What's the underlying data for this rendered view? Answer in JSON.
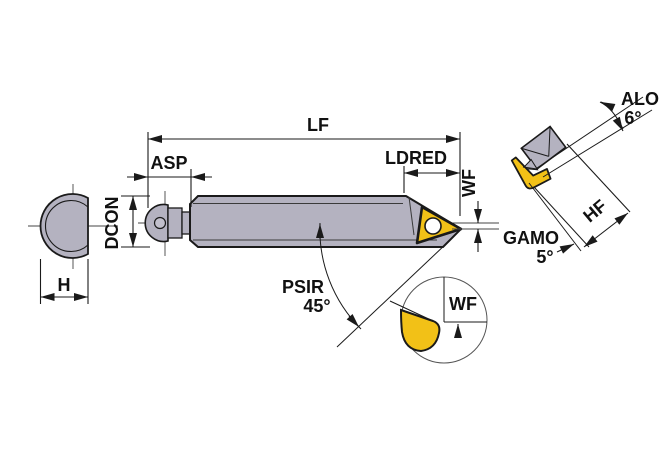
{
  "drawing": {
    "type": "tool-dimension-diagram",
    "labels": {
      "lf": "LF",
      "asp": "ASP",
      "ldred": "LDRED",
      "wf_main": "WF",
      "dcon": "DCON",
      "h": "H",
      "psir_name": "PSIR",
      "psir_value": "45°",
      "wf_detail": "WF",
      "gamo_name": "GAMO",
      "gamo_value": "5°",
      "hf": "HF",
      "alo_name": "ALO",
      "alo_value": "6°"
    },
    "colors": {
      "body": "#b4b2c0",
      "insert": "#f2c117",
      "hole": "#c2c0cc",
      "line": "#1a1a1a",
      "background": "#ffffff"
    }
  }
}
